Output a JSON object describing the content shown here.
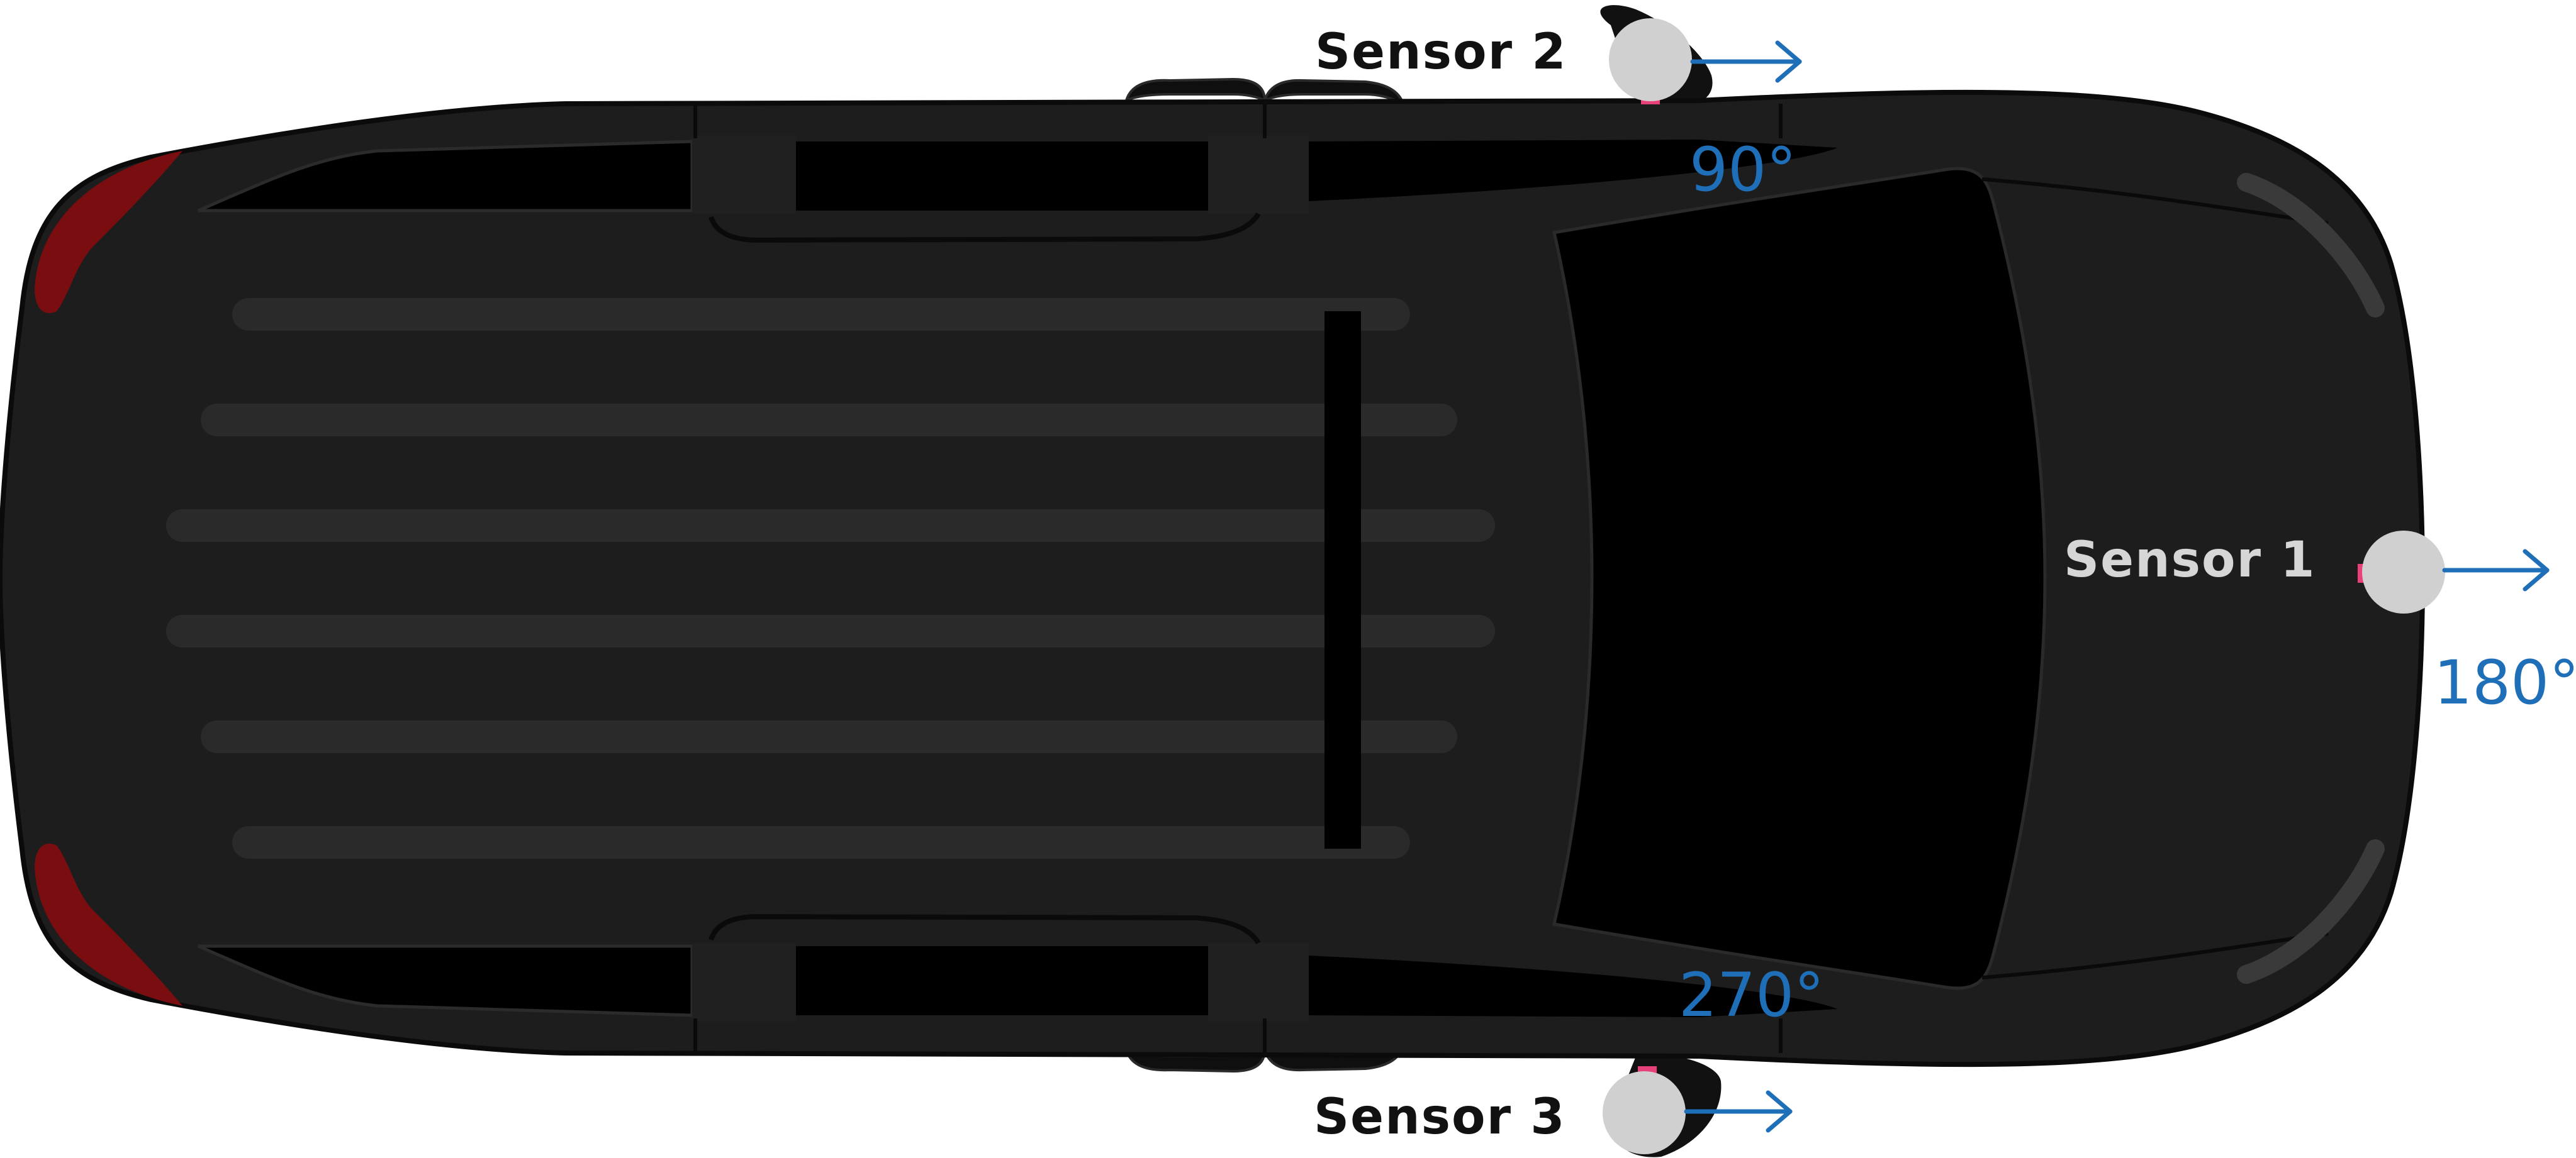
{
  "colors": {
    "background": "#ffffff",
    "car_body": "#1d1d1d",
    "car_outline": "#0b0b0b",
    "glass": "#000000",
    "roof_rail": "#2a2a2a",
    "tail_light": "#7a0d0f",
    "sensor": "#d0d0d0",
    "sensor_mark": "#e8407a",
    "arrow": "#1f6fb8",
    "dark_label": "#111111",
    "light_label": "#d6d6d6",
    "angle_label": "#1f6fb8"
  },
  "sensors": [
    {
      "id": "sensor-1",
      "label": "Sensor 1",
      "angle": "180°",
      "icon": "sensor-circle-icon"
    },
    {
      "id": "sensor-2",
      "label": "Sensor 2",
      "angle": "90°",
      "icon": "sensor-circle-icon"
    },
    {
      "id": "sensor-3",
      "label": "Sensor 3",
      "angle": "270°",
      "icon": "sensor-circle-icon"
    }
  ],
  "icons": {
    "vehicle": "car-top-view-icon",
    "direction": "right-arrow-icon"
  }
}
